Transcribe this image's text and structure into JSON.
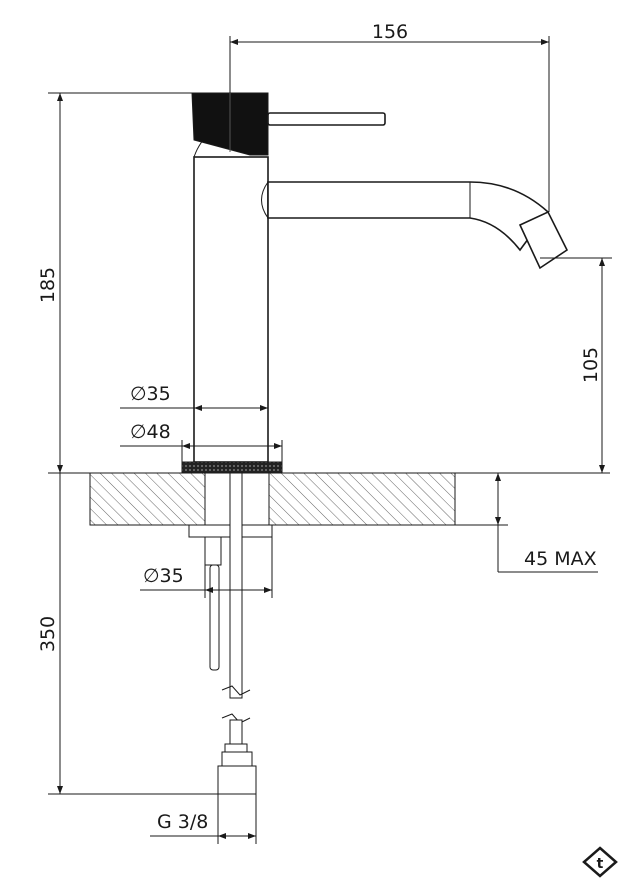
{
  "dimensions": {
    "width_spout": "156",
    "height_total": "185",
    "height_spout": "105",
    "diameter_body": "∅35",
    "diameter_base": "∅48",
    "diameter_shank": "∅35",
    "shank_length": "350",
    "deck_thickness": "45 MAX",
    "thread": "G 3/8"
  },
  "colors": {
    "line": "#1a1a1a",
    "knurl": "#111111",
    "hatch": "#666666"
  },
  "icons": {
    "brand_logo": "t-logo-icon"
  }
}
